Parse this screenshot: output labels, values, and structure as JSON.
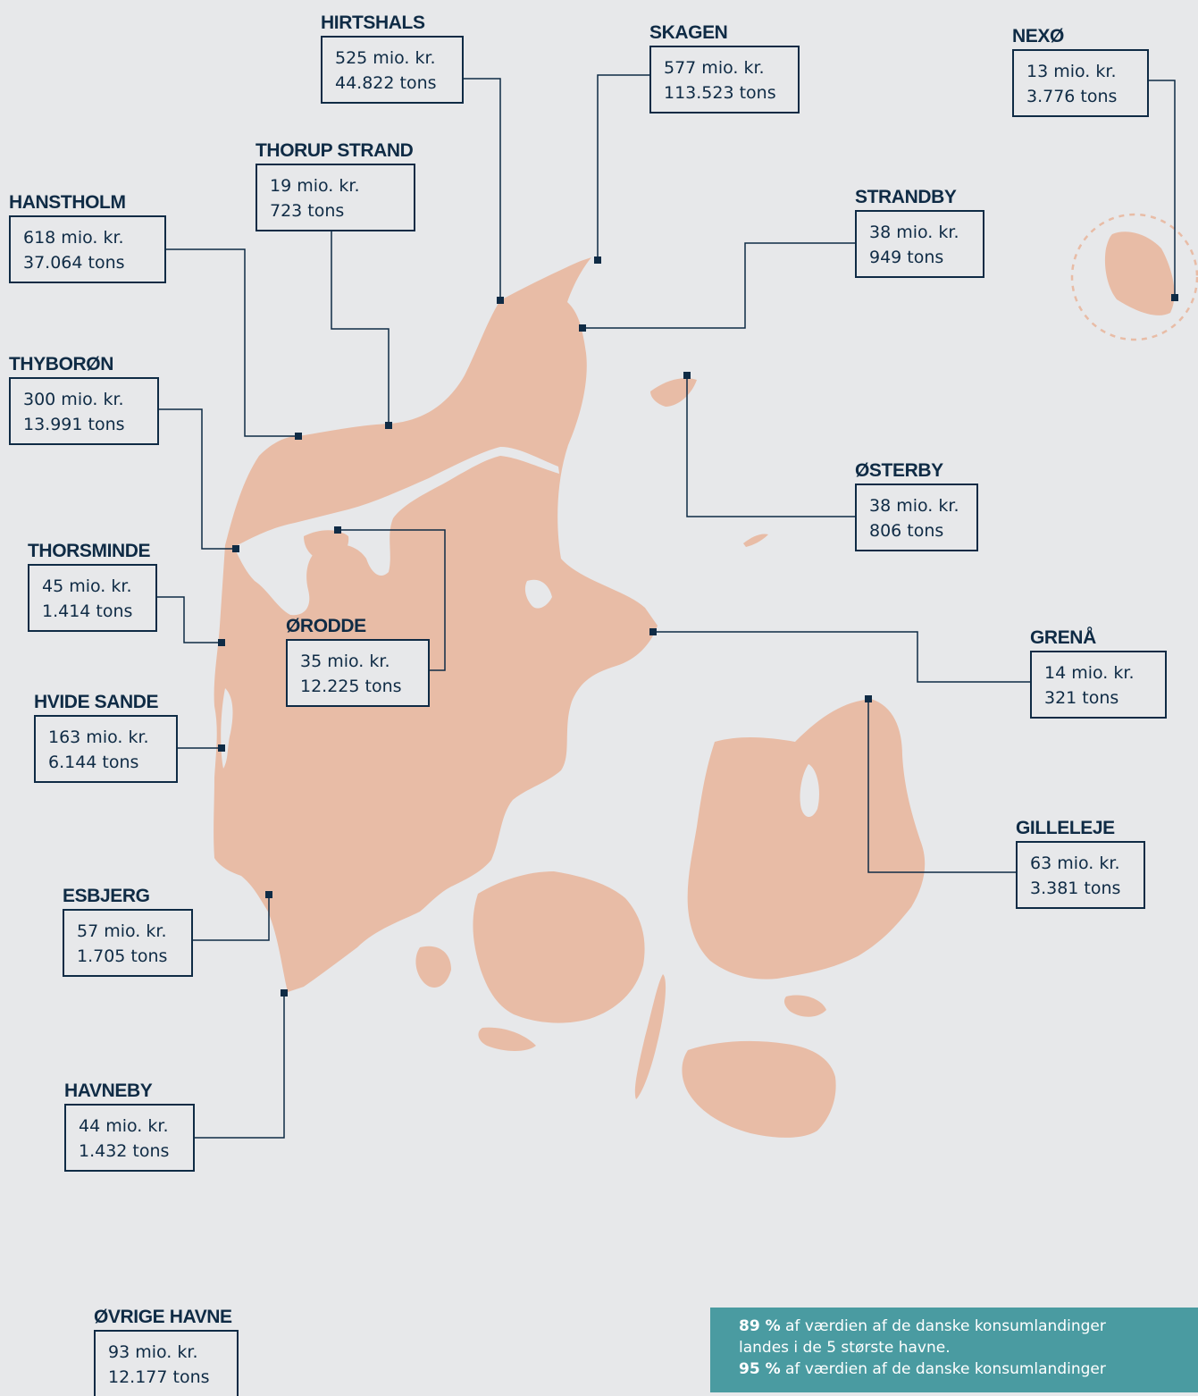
{
  "colors": {
    "background": "#e7e8ea",
    "land": "#e8bca6",
    "ink": "#0f2b45",
    "info_panel": "#4a9ba1"
  },
  "ports": [
    {
      "id": "hirtshals",
      "name": "HIRTSHALS",
      "value": "525 mio. kr.",
      "tons": "44.822 tons"
    },
    {
      "id": "skagen",
      "name": "SKAGEN",
      "value": "577 mio. kr.",
      "tons": "113.523 tons"
    },
    {
      "id": "nexo",
      "name": "NEXØ",
      "value": "13 mio. kr.",
      "tons": "3.776 tons"
    },
    {
      "id": "thorup-strand",
      "name": "THORUP STRAND",
      "value": "19 mio. kr.",
      "tons": "723 tons"
    },
    {
      "id": "hanstholm",
      "name": "HANSTHOLM",
      "value": "618 mio. kr.",
      "tons": "37.064 tons"
    },
    {
      "id": "strandby",
      "name": "STRANDBY",
      "value": "38 mio. kr.",
      "tons": "949 tons"
    },
    {
      "id": "thyboron",
      "name": "THYBORØN",
      "value": "300 mio. kr.",
      "tons": "13.991 tons"
    },
    {
      "id": "osterby",
      "name": "ØSTERBY",
      "value": "38 mio. kr.",
      "tons": "806 tons"
    },
    {
      "id": "thorsminde",
      "name": "THORSMINDE",
      "value": "45 mio. kr.",
      "tons": "1.414 tons"
    },
    {
      "id": "orodde",
      "name": "ØRODDE",
      "value": "35 mio. kr.",
      "tons": "12.225 tons"
    },
    {
      "id": "grena",
      "name": "GRENÅ",
      "value": "14 mio. kr.",
      "tons": "321 tons"
    },
    {
      "id": "hvide-sande",
      "name": "HVIDE SANDE",
      "value": "163 mio. kr.",
      "tons": "6.144 tons"
    },
    {
      "id": "gilleleje",
      "name": "GILLELEJE",
      "value": "63 mio. kr.",
      "tons": "3.381 tons"
    },
    {
      "id": "esbjerg",
      "name": "ESBJERG",
      "value": "57 mio. kr.",
      "tons": "1.705 tons"
    },
    {
      "id": "havneby",
      "name": "HAVNEBY",
      "value": "44 mio. kr.",
      "tons": "1.432 tons"
    },
    {
      "id": "ovrige-havne",
      "name": "ØVRIGE HAVNE",
      "value": "93 mio. kr.",
      "tons": "12.177 tons"
    }
  ],
  "info": {
    "line1_bold": "89 %",
    "line1_text": " af værdien af de danske konsumlandinger",
    "line2_text": "landes i de 5 største havne.",
    "line3_bold": "95 %",
    "line3_text": " af værdien af de danske konsumlandinger"
  }
}
